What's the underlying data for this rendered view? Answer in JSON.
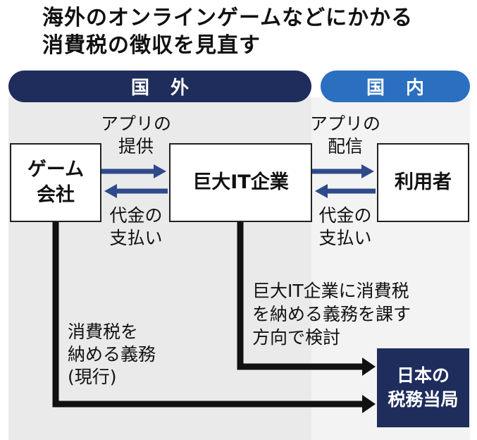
{
  "title": "海外のオンラインゲームなどにかかる\n消費税の徴収を見直す",
  "regions": {
    "foreign": "国外",
    "domestic": "国内"
  },
  "nodes": {
    "game_company": "ゲーム\n会社",
    "big_it": "巨大IT企業",
    "user": "利用者",
    "tax_office": "日本の\n税務当局"
  },
  "edges": {
    "app_provision": "アプリの\n提供",
    "app_delivery": "アプリの\n配信",
    "payment_left": "代金の\n支払い",
    "payment_right": "代金の\n支払い",
    "it_tax_duty": "巨大IT企業に消費税\nを納める義務を課す\n方向で検討",
    "current_tax_duty": "消費税を\n納める義務\n(現行)"
  },
  "colors": {
    "navy": "#1f2d5c",
    "blue": "#2b6fc0",
    "arrow_blue": "#2e4a8c",
    "black": "#111111"
  }
}
